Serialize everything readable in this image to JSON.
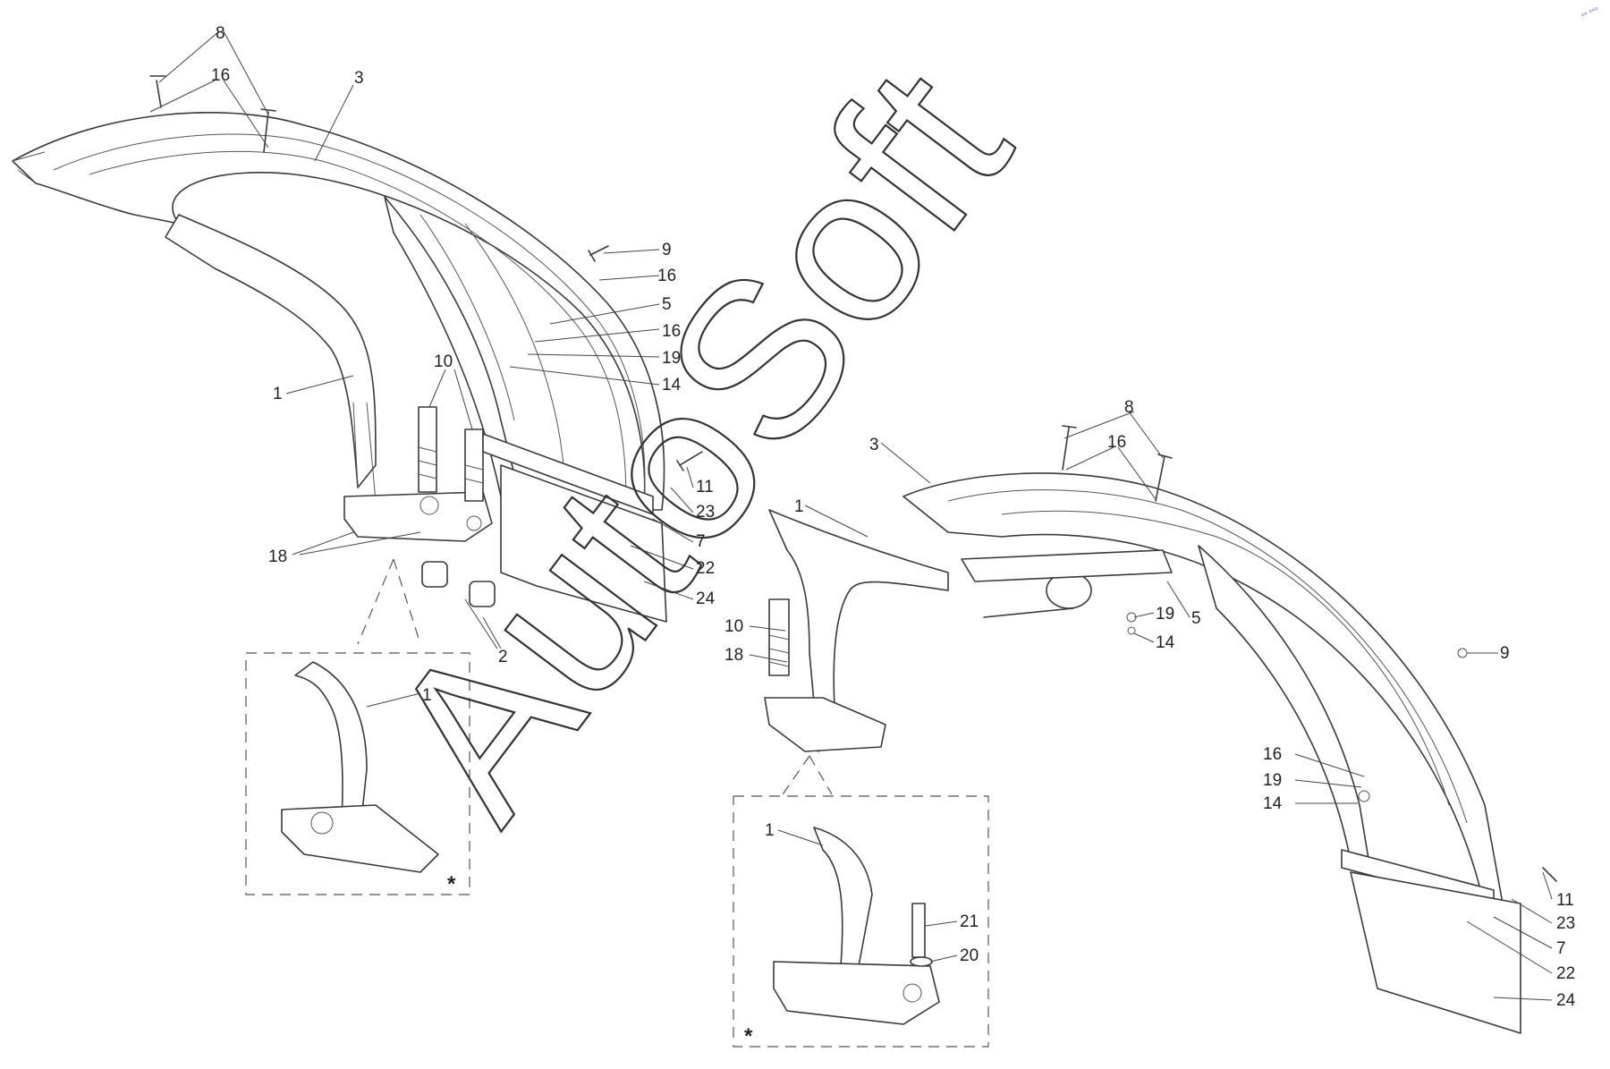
{
  "watermark": "AutoSoft",
  "corner_mark": "°° °°°",
  "variant_mark": "*",
  "callouts": {
    "c8a": "8",
    "c16a": "16",
    "c3a": "3",
    "c9a": "9",
    "c16b": "16",
    "c5a": "5",
    "c16c": "16",
    "c19a": "19",
    "c14a": "14",
    "c1a": "1",
    "c10a": "10",
    "c11a": "11",
    "c23a": "23",
    "c7a": "7",
    "c22a": "22",
    "c24a": "24",
    "c18a": "18",
    "c2a": "2",
    "c1b": "1",
    "c3b": "3",
    "c1c": "1",
    "c10b": "10",
    "c18b": "18",
    "c8b": "8",
    "c16d": "16",
    "c19b": "19",
    "c5b": "5",
    "c14b": "14",
    "c9b": "9",
    "c16e": "16",
    "c19c": "19",
    "c14c": "14",
    "c11b": "11",
    "c23b": "23",
    "c7b": "7",
    "c22b": "22",
    "c24b": "24",
    "c1d": "1",
    "c21": "21",
    "c20": "20"
  }
}
